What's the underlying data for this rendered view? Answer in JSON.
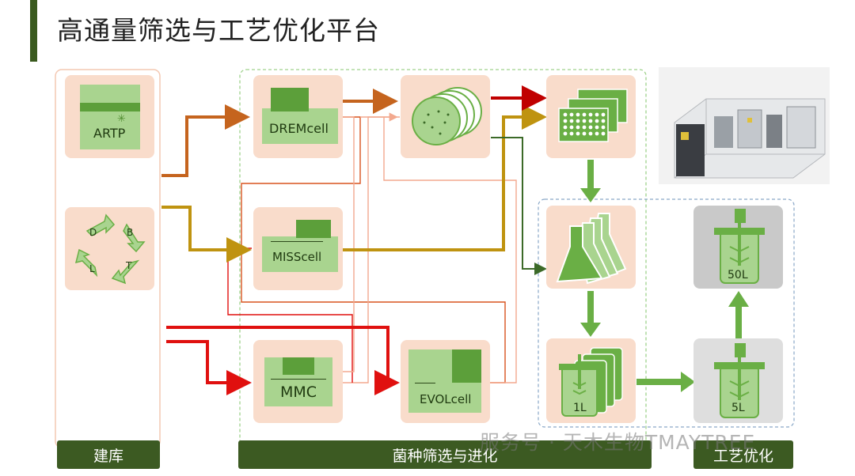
{
  "page": {
    "title": "高通量筛选与工艺优化平台"
  },
  "library": {
    "artp_label": "ARTP",
    "dbtl": {
      "d": "D",
      "b": "B",
      "t": "T",
      "l": "L"
    }
  },
  "screening": {
    "dremcell": "DREMcell",
    "misscell": "MISScell",
    "mmc": "MMC",
    "evolcell": "EVOLcell"
  },
  "process": {
    "flask_1l": "1L",
    "reactor_5l": "5L",
    "reactor_50l": "50L"
  },
  "footer": {
    "library": "建库",
    "screening": "菌种筛选与进化",
    "process": "工艺优化"
  },
  "watermark": "服务号 · 天木生物TMAYTREE",
  "colors": {
    "green": "#6aaf45",
    "dark_green": "#3c5a22",
    "peach": "#f9dccb",
    "orange_arrow": "#c5641e",
    "gold_arrow": "#bf9310",
    "red_arrow": "#e0100f"
  }
}
